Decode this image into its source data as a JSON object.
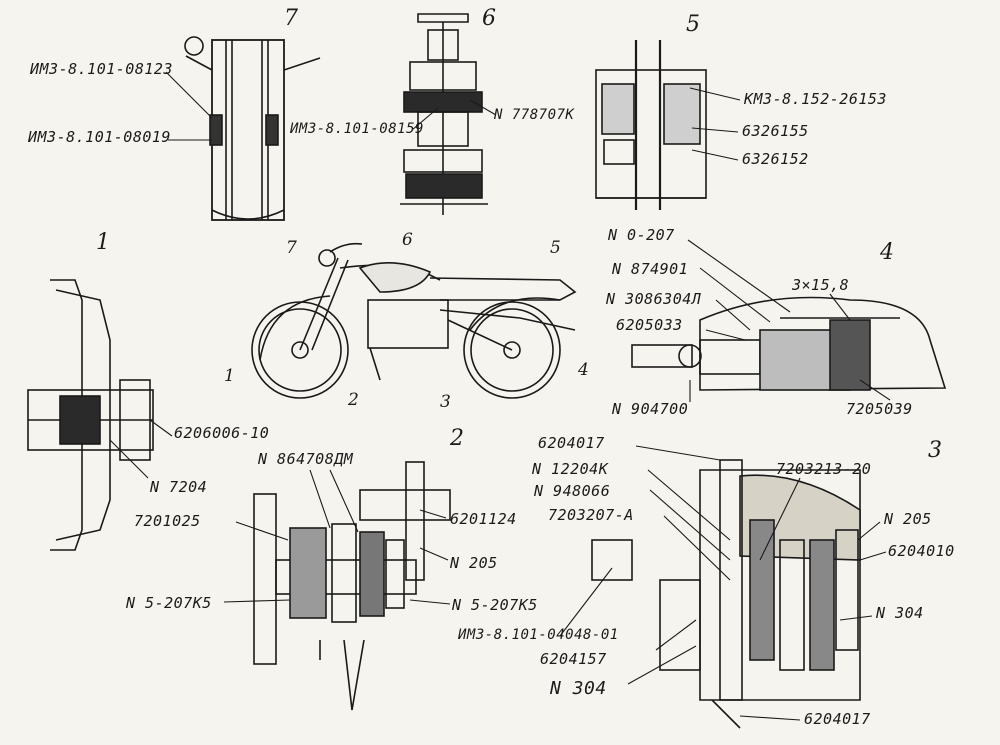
{
  "figure_numbers": {
    "f1": "1",
    "f2": "2",
    "f3": "3",
    "f4": "4",
    "f5": "5",
    "f6": "6",
    "f7": "7"
  },
  "bike_callouts": {
    "c1": "1",
    "c2": "2",
    "c3": "3",
    "c4": "4",
    "c5": "5",
    "c6": "6",
    "c7": "7"
  },
  "labels": {
    "imz_08123": "ИМЗ-8.101-08123",
    "imz_08019": "ИМЗ-8.101-08019",
    "imz_08159": "ИМЗ-8.101-08159",
    "n778707k": "N 778707К",
    "kmz_26153": "КМЗ-8.152-26153",
    "b6326155": "6326155",
    "b6326152": "6326152",
    "n0207": "N 0-207",
    "n874901": "N 874901",
    "n3086304l": "N 3086304Л",
    "b6205033": "6205033",
    "dim3x158": "3×15,8",
    "n904700": "N 904700",
    "b7205039": "7205039",
    "b6206006_10": "6206006-10",
    "n7204": "N 7204",
    "b7201025": "7201025",
    "n5_207k5_left": "N 5-207К5",
    "n864708dm": "N 864708ДМ",
    "b6201124": "6201124",
    "n205_mid": "N 205",
    "n5_207k5_right": "N 5-207К5",
    "b6204017_top": "6204017",
    "n12204k": "N 12204К",
    "n948066": "N 948066",
    "b7203207a": "7203207-А",
    "b7203213_20": "7203213-20",
    "n205_right": "N 205",
    "b6204010": "6204010",
    "n304_right": "N 304",
    "imz_04048": "ИМЗ-8.101-04048-01",
    "b6204157": "6204157",
    "n304_big": "N 304",
    "b6204017_bottom": "6204017"
  }
}
